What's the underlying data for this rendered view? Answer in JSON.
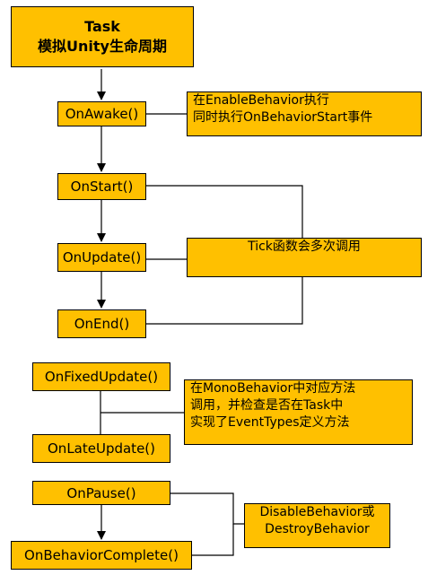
{
  "title": {
    "line1": "Task",
    "line2": "模拟Unity生命周期"
  },
  "nodes": {
    "on_awake": "OnAwake()",
    "on_start": "OnStart()",
    "on_update": "OnUpdate()",
    "on_end": "OnEnd()",
    "on_fixed_update": "OnFixedUpdate()",
    "on_late_update": "OnLateUpdate()",
    "on_pause": "OnPause()",
    "on_behavior_complete": "OnBehaviorComplete()"
  },
  "notes": {
    "enable": {
      "line1": "在EnableBehavior执行",
      "line2": "同时执行OnBehaviorStart事件"
    },
    "tick": "Tick函数会多次调用",
    "mono": {
      "line1": "在MonoBehavior中对应方法",
      "line2": "调用，并检查是否在Task中",
      "line3": "实现了EventTypes定义方法"
    },
    "disable": {
      "line1": "DisableBehavior或",
      "line2": "DestroyBehavior"
    }
  },
  "colors": {
    "box_fill": "#ffc000",
    "stroke": "#000000"
  }
}
